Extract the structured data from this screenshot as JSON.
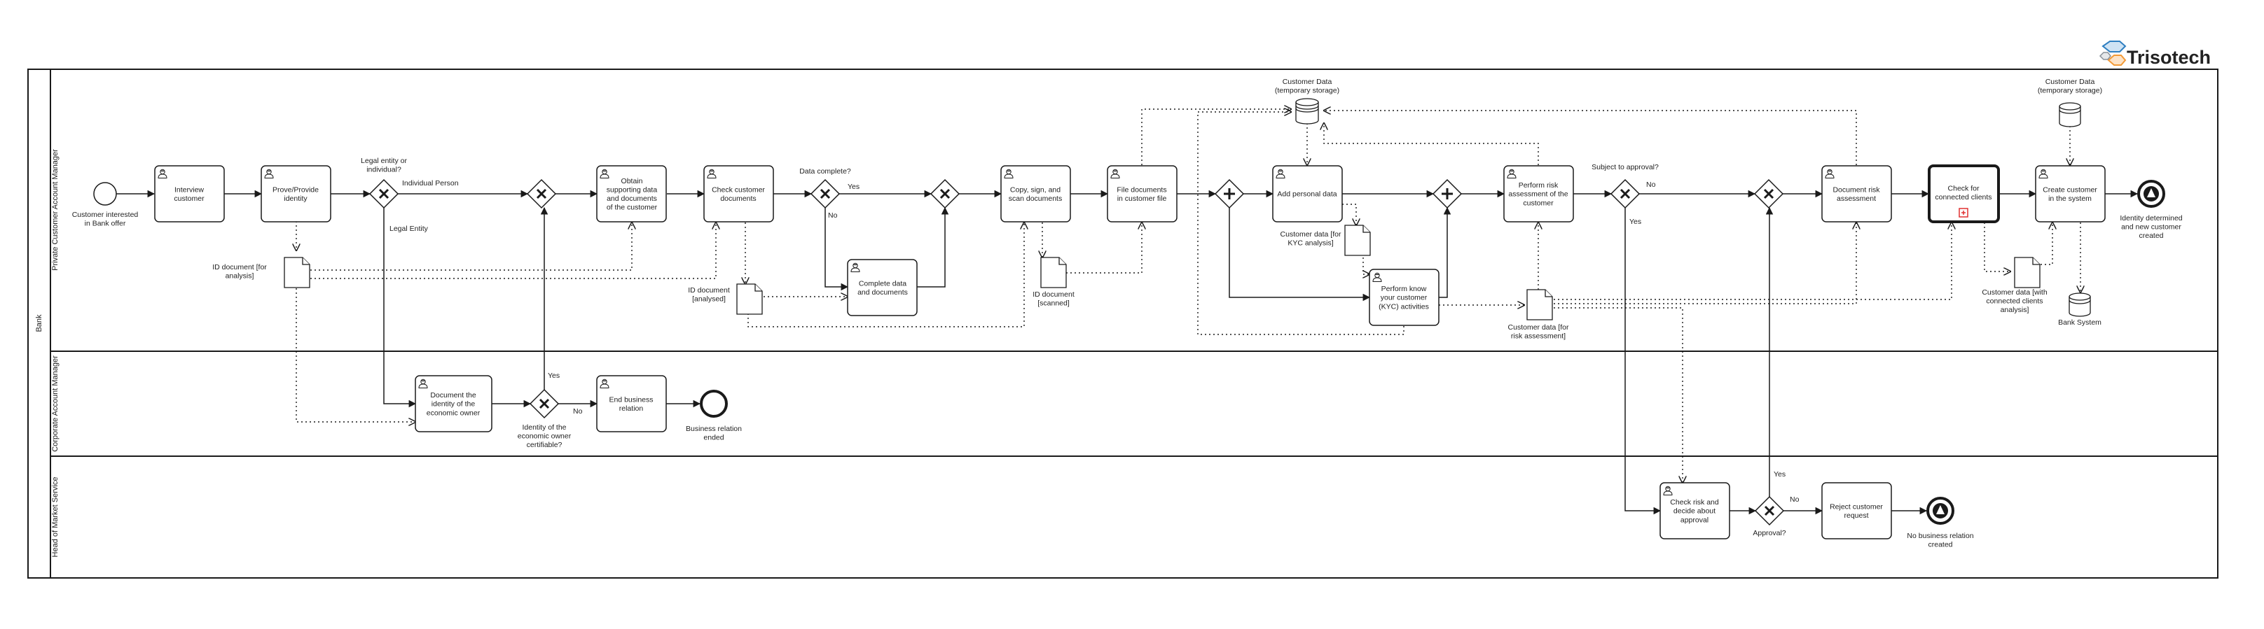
{
  "brand": {
    "name": "Trisotech",
    "logo_icon": "trisotech-logo-icon"
  },
  "pool": {
    "label": "Bank"
  },
  "lanes": {
    "pcam": "Private Customer Account Manager",
    "ccam": "Corporate Account Manager",
    "hms": "Head of Market Service"
  },
  "events": {
    "start": "Customer interested\nin Bank offer",
    "end_identity": "Identity determined\nand new customer\ncreated",
    "end_business": "Business relation\nended",
    "end_no_relation": "No business relation\ncreated"
  },
  "tasks": {
    "interview": "Interview\ncustomer",
    "prove_identity": "Prove/Provide\nidentity",
    "obtain_data": "Obtain\nsupporting data\nand documents\nof the customer",
    "check_docs": "Check customer\ndocuments",
    "complete_data": "Complete data\nand documents",
    "copy_sign": "Copy, sign, and\nscan documents",
    "file_docs": "File documents\nin customer file",
    "add_personal": "Add personal data",
    "kyc": "Perform know\nyour customer\n(KYC) activities",
    "risk_assess": "Perform risk\nassessment of the\ncustomer",
    "doc_risk": "Document risk\nassessment",
    "connected_clients": "Check for\nconnected clients",
    "create_customer": "Create customer\nin the system",
    "document_owner": "Document the\nidentity of the\neconomic owner",
    "end_relation": "End business\nrelation",
    "check_risk": "Check risk and\ndecide about\napproval",
    "reject": "Reject customer\nrequest"
  },
  "gateways": {
    "legal_entity": "Legal entity or\nindividual?",
    "data_complete": "Data complete?",
    "subject_approval": "Subject to approval?",
    "owner_certifiable": "Identity of the\neconomic owner\ncertifiable?",
    "approval": "Approval?"
  },
  "flow_labels": {
    "individual": "Individual Person",
    "legal": "Legal Entity",
    "yes_data": "Yes",
    "no_data": "No",
    "no_approval_needed": "No",
    "yes_approval_needed": "Yes",
    "yes_certifiable": "Yes",
    "no_certifiable": "No",
    "yes_approval": "Yes",
    "no_approval": "No"
  },
  "data_objects": {
    "id_doc_analysis": "ID document [for\nanalysis]",
    "id_doc_analysed": "ID document\n[analysed]",
    "id_doc_scanned": "ID document\n[scanned]",
    "cust_kyc": "Customer data [for\nKYC analysis]",
    "cust_risk": "Customer data [for\nrisk assessment]",
    "cust_connected": "Customer data [with\nconnected clients\nanalysis]"
  },
  "data_stores": {
    "temp_store_1": "Customer Data\n(temporary storage)",
    "temp_store_2": "Customer Data\n(temporary storage)",
    "bank_system": "Bank System"
  },
  "colors": {
    "stroke": "#1a1a1a",
    "background": "#ffffff",
    "marker": "#e03030",
    "brand_blue": "#2f7fc1",
    "brand_orange": "#f39a36",
    "brand_gray": "#8a9199"
  }
}
